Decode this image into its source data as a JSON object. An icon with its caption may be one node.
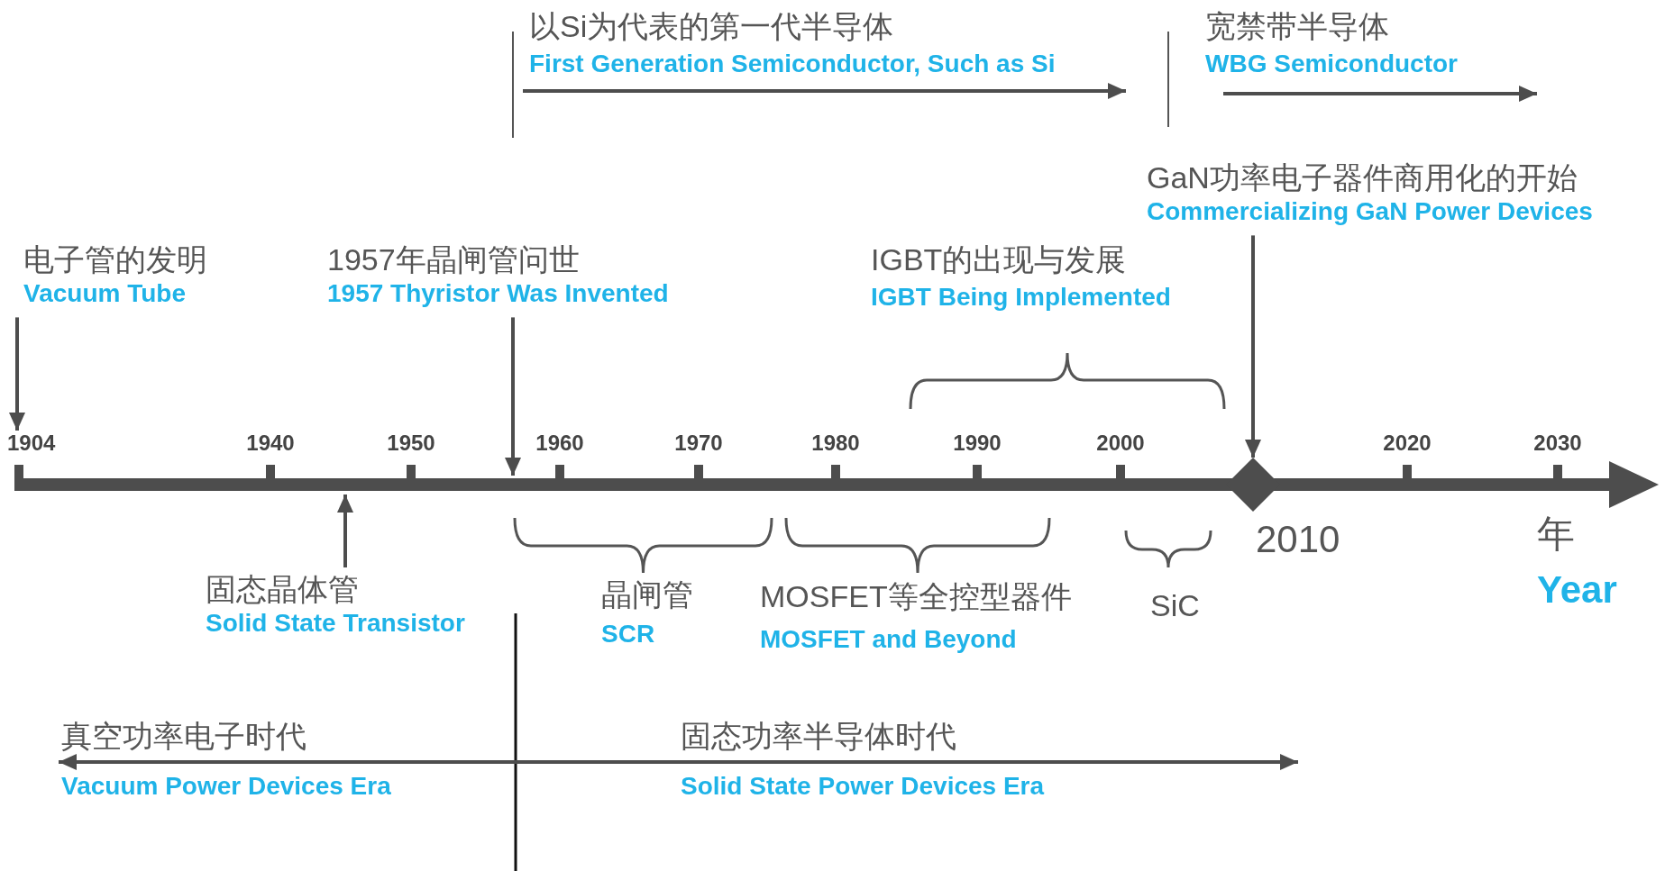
{
  "diagram": {
    "nodes": [
      {
        "text": [
          "GaN功率电子器件商用化的开始",
          "Commercializing GaN Power Devices"
        ]
      },
      {
        "text": [
          "电子管的发明",
          "Vacuum Tube"
        ]
      },
      {
        "text": [
          "1957年晶闸管问世",
          "1957 Thyristor Was Invented"
        ]
      },
      {
        "text": [
          "1904"
        ]
      },
      {
        "text": [],
        "shape": "diamond",
        "beside": [
          "2010"
        ]
      },
      {
        "text": [
          "固态晶体管",
          "Solid State Transistor"
        ]
      }
    ],
    "edges": [
      {
        "from": 1,
        "to": 3,
        "arrow": "to"
      },
      {
        "from": 2,
        "to": null,
        "arrow": "to"
      },
      {
        "from": 5,
        "to": null,
        "arrow": "to"
      },
      {
        "from": 0,
        "to": 4,
        "arrow": "to"
      }
    ],
    "labels": [
      "以Si为代表的第一代半导体",
      "First Generation Semiconductor, Such as Si",
      "宽禁带半导体",
      "WBG Semiconductor",
      "IGBT的出现与发展",
      "IGBT Being Implemented",
      "1940",
      "1950",
      "1960",
      "1970",
      "1980",
      "1990",
      "2000",
      "2020",
      "2030",
      "年",
      "晶闸管",
      "MOSFET等全控型器件",
      "SiC",
      "Year",
      "SCR",
      "MOSFET and Beyond",
      "真空功率电子时代",
      "Vacuum Power Devices Era",
      "固态功率半导体时代",
      "Solid State Power Devices Era"
    ]
  }
}
